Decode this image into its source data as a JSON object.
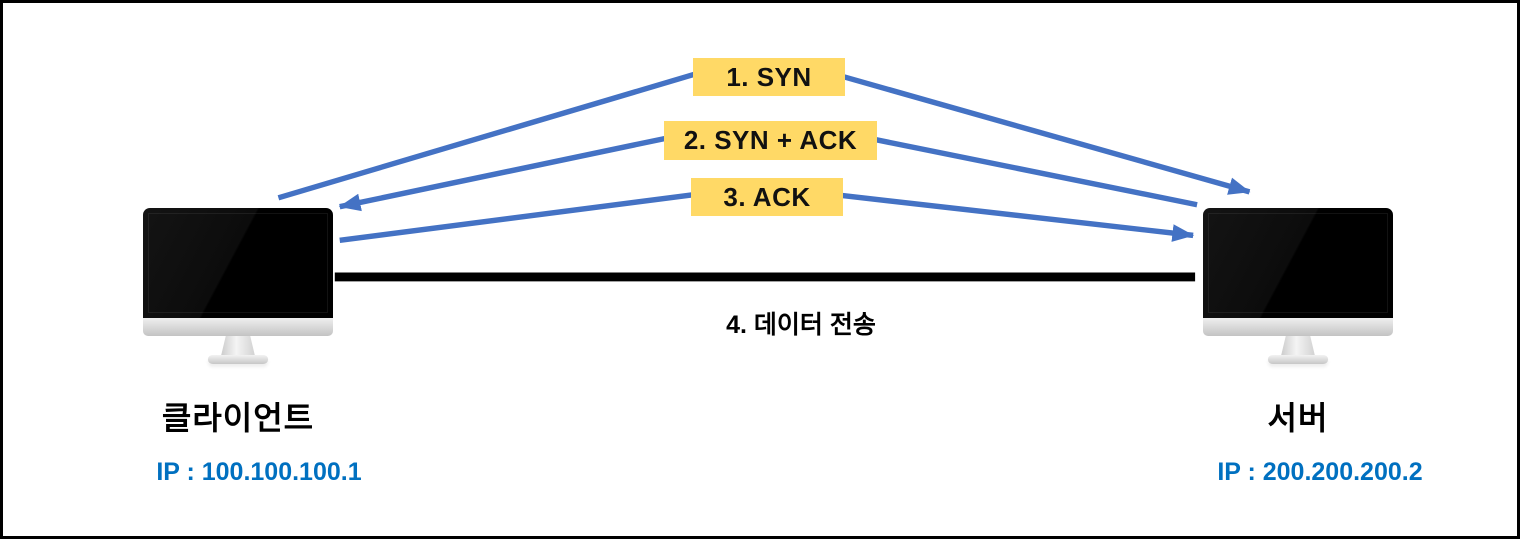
{
  "colors": {
    "arrow-blue": "#4472C4",
    "label-yellow": "#FFD966",
    "ip-blue": "#0070C0",
    "line-black": "#000000"
  },
  "diagram": {
    "handshake_steps": [
      {
        "label": "1. SYN",
        "from": "client",
        "to": "server"
      },
      {
        "label": "2. SYN + ACK",
        "from": "server",
        "to": "client"
      },
      {
        "label": "3. ACK",
        "from": "client",
        "to": "server"
      }
    ],
    "data_transfer": {
      "label": "4. 데이터 전송"
    },
    "client": {
      "name": "클라이언트",
      "ip": "IP : 100.100.100.1"
    },
    "server": {
      "name": "서버",
      "ip": "IP : 200.200.200.2"
    }
  }
}
